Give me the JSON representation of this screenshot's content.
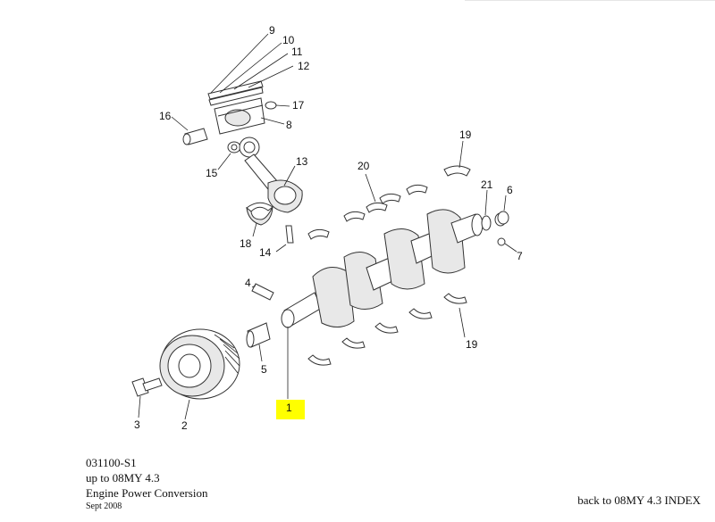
{
  "highlight_color": "#ffff00",
  "callouts": {
    "c1": "1",
    "c2": "2",
    "c3": "3",
    "c4": "4",
    "c5": "5",
    "c6": "6",
    "c7": "7",
    "c8": "8",
    "c9": "9",
    "c10": "10",
    "c11": "11",
    "c12": "12",
    "c13": "13",
    "c14": "14",
    "c15": "15",
    "c16": "16",
    "c17": "17",
    "c18": "18",
    "c19a": "19",
    "c19b": "19",
    "c20": "20",
    "c21": "21"
  },
  "caption": {
    "code": "031100-S1",
    "model": "up to 08MY 4.3",
    "title": "Engine Power Conversion",
    "date": "Sept 2008"
  },
  "back_link": "back to 08MY 4.3 INDEX"
}
